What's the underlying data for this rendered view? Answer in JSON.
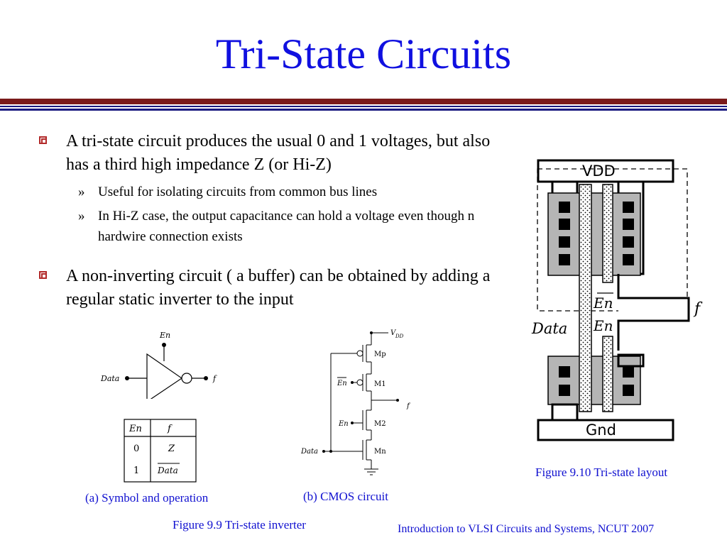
{
  "title": "Tri-State Circuits",
  "bullets": [
    {
      "text": "A tri-state circuit produces the usual 0 and 1 voltages, but also has a third high impedance Z (or Hi-Z)",
      "subitems": [
        "Useful for isolating circuits from common bus lines",
        "In Hi-Z case, the output capacitance can hold  a voltage even though n hardwire connection exists"
      ]
    },
    {
      "text": "A non-inverting circuit ( a buffer) can be obtained by adding a regular static inverter to the input",
      "subitems": []
    }
  ],
  "sub_marker": "»",
  "symbol": {
    "en_label": "En",
    "data_label": "Data",
    "out_label": "f",
    "table": {
      "headers": [
        "En",
        "f"
      ],
      "rows": [
        [
          "0",
          "Z"
        ],
        [
          "1",
          "Data"
        ]
      ]
    },
    "caption": "(a) Symbol and operation"
  },
  "cmos": {
    "vdd_label": "V",
    "vdd_sub": "DD",
    "transistors": [
      "Mp",
      "M1",
      "M2",
      "Mn"
    ],
    "en_bar_label": "En",
    "en_label": "En",
    "out_label": "f",
    "data_label": "Data",
    "caption": "(b) CMOS circuit"
  },
  "figure_9_9_caption": "Figure 9.9 Tri-state inverter",
  "layout_fig": {
    "vdd_label": "VDD",
    "gnd_label": "Gnd",
    "data_label": "Data",
    "en_bar_label": "En",
    "en_label": "En",
    "out_label": "f",
    "caption": "Figure 9.10 Tri-state layout"
  },
  "footer": "Introduction to VLSI Circuits and Systems, NCUT  2007",
  "colors": {
    "title": "#1010e0",
    "caption": "#1010d0",
    "bullet_marker": "#b22a2a",
    "rule_dark_red": "#7a1a1a",
    "rule_navy": "#1a1a80"
  }
}
